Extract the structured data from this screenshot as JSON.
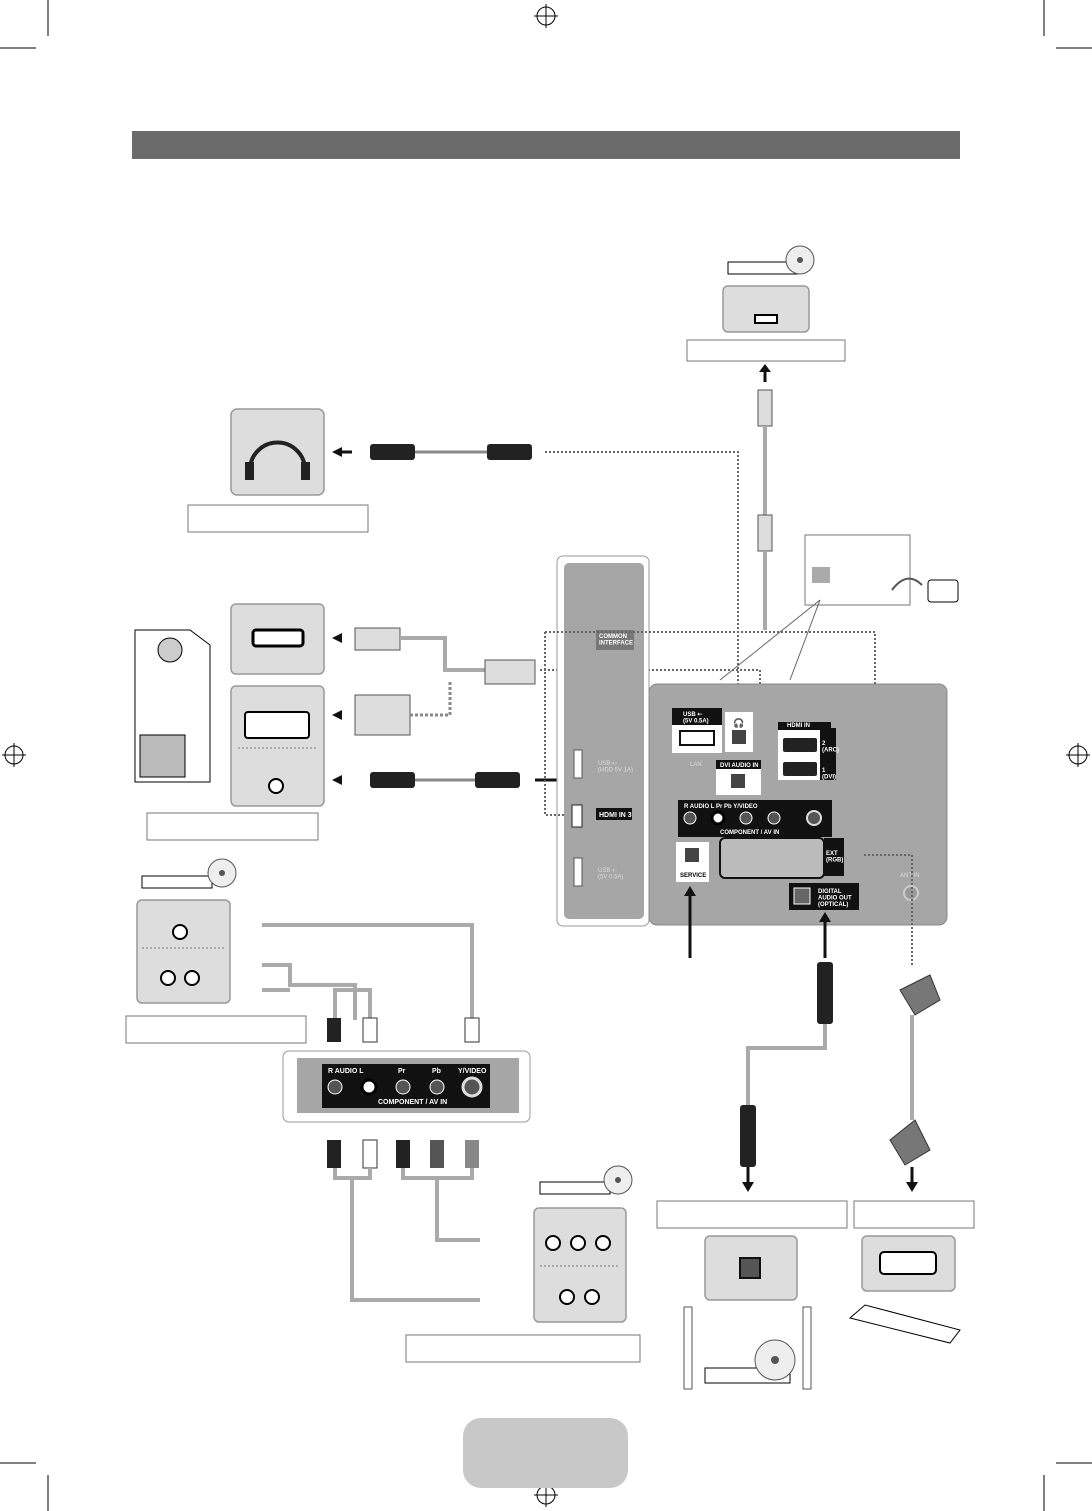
{
  "colors": {
    "header_bar": "#6b6b6b",
    "panel": "#a6a6a6",
    "jack_panel": "#1a1a1a",
    "label_box_border": "#777777"
  },
  "tv_side_panel": {
    "common_interface": "COMMON\nINTERFACE",
    "usb_hdd": "USB ⇠\n(HDD 5V 1A)",
    "hdmi_in_3": "HDMI IN 3",
    "usb_small": "USB ⇠\n(5V 0.5A)"
  },
  "tv_rear_panel": {
    "usb": "USB ⇠\n(5V 0.5A)",
    "headphone": "🎧",
    "hdmi_in": "HDMI IN",
    "hdmi_2": "2\n(ARC)",
    "hdmi_1": "1\n(DVI)",
    "lan": "LAN",
    "dvi_audio_in": "DVI AUDIO IN",
    "audio_row": "R  AUDIO  L      Pr      Pb      Y/VIDEO",
    "component_av_in": "COMPONENT / AV IN",
    "ext_rgb": "EXT\n(RGB)",
    "service": "SERVICE",
    "digital_audio_out": "DIGITAL\nAUDIO OUT\n(OPTICAL)",
    "ant_in": "ANT IN"
  },
  "component_panel": {
    "audio_row": "R  AUDIO  L",
    "pr": "Pr",
    "pb": "Pb",
    "y_video": "Y/VIDEO",
    "component_av_in": "COMPONENT / AV IN"
  },
  "icons": [
    "bluray-player-icon",
    "headphones-icon",
    "pc-tower-icon",
    "hdmi-port-icon",
    "dvi-port-icon",
    "audio-jack-icon",
    "scart-port-icon",
    "optical-port-icon",
    "home-theater-icon",
    "vcr-icon",
    "power-outlet-icon",
    "arrow-icon"
  ]
}
